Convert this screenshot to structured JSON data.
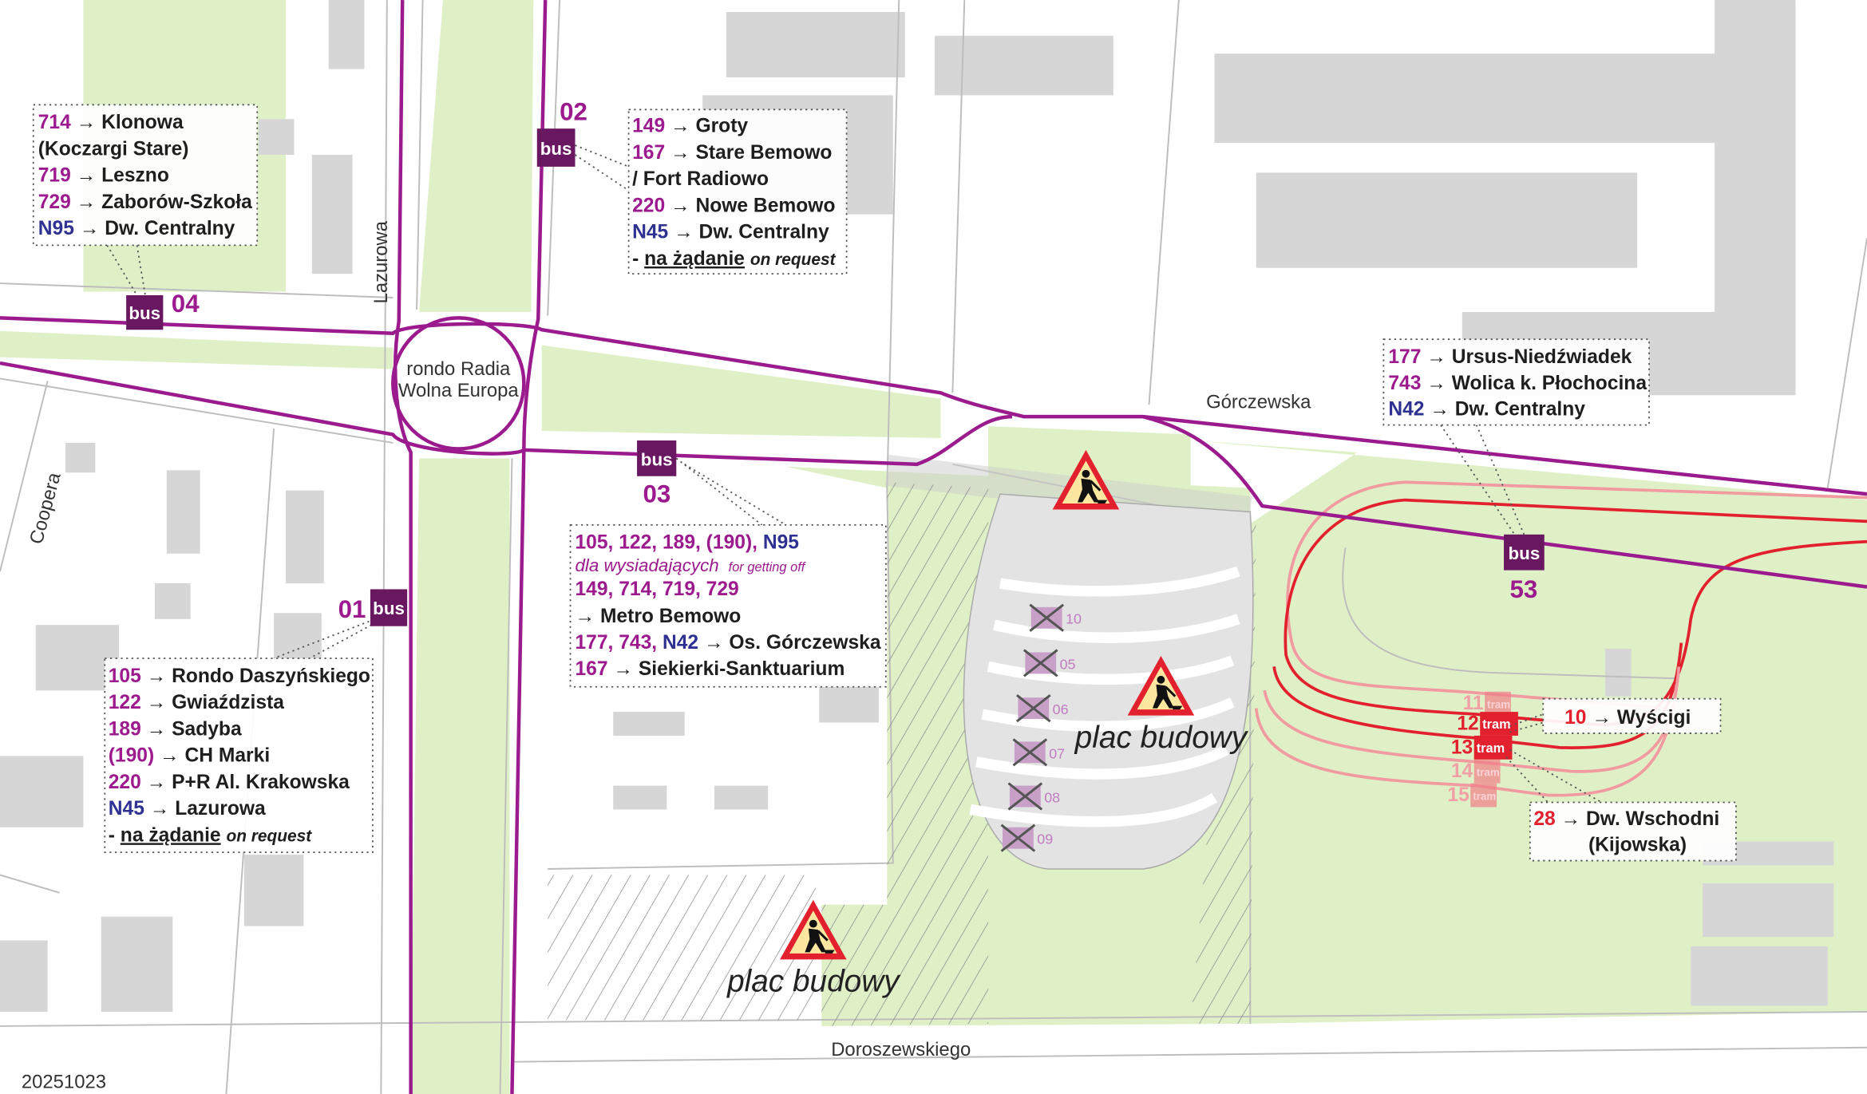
{
  "date": "20251023",
  "streets": {
    "lazurowa": "Lazurowa",
    "gorczewska": "Górczewska",
    "coopera": "Coopera",
    "doroszewskiego": "Doroszewskiego",
    "rondo_line1": "rondo Radia",
    "rondo_line2": "Wolna Europa"
  },
  "construction": {
    "label1": "plac budowy",
    "label2": "plac budowy",
    "sign_icon": "roadworks-icon"
  },
  "colors": {
    "bus_route": "#9b1b8e",
    "bus_icon": "#6a1762",
    "night_line": "#2e3192",
    "tram": "#e3202d",
    "green": "#dff0c6",
    "building": "#d6d6d6"
  },
  "bus_icon_label": "bus",
  "tram_icon_label": "tram",
  "stops": {
    "s04": {
      "id": "04",
      "lines": [
        {
          "num": "714",
          "arrow": "→",
          "dest": "Klonowa"
        },
        {
          "num": "",
          "arrow": "",
          "dest": "(Koczargi Stare)"
        },
        {
          "num": "719",
          "arrow": "→",
          "dest": "Leszno"
        },
        {
          "num": "729",
          "arrow": "→",
          "dest": "Zaborów-Szkoła"
        },
        {
          "num": "N95",
          "arrow": "→",
          "dest": "Dw. Centralny"
        }
      ]
    },
    "s02": {
      "id": "02",
      "lines": [
        {
          "num": "149",
          "arrow": "→",
          "dest": "Groty"
        },
        {
          "num": "167",
          "arrow": "→",
          "dest": "Stare Bemowo"
        },
        {
          "num": "",
          "arrow": "",
          "dest": "/ Fort Radiowo"
        },
        {
          "num": "220",
          "arrow": "→",
          "dest": "Nowe Bemowo"
        },
        {
          "num": "N45",
          "arrow": "→",
          "dest": "Dw. Centralny"
        }
      ],
      "note": {
        "prefix": "- ",
        "pl": "na żądanie",
        "en": "on request"
      }
    },
    "s03": {
      "id": "03",
      "line1": {
        "a": "105, 122, 189, (190), ",
        "b": "N95"
      },
      "getoff": {
        "pl": "dla wysiadających",
        "en": "for getting off"
      },
      "line3": "149, 714, 719, 729",
      "line4": {
        "arrow": "→",
        "dest": "Metro Bemowo"
      },
      "line5": {
        "a": "177, 743, ",
        "b": "N42",
        "arrow": "→",
        "dest": "Os. Górczewska"
      },
      "line6": {
        "num": "167",
        "arrow": "→",
        "dest": "Siekierki-Sanktuarium"
      }
    },
    "s01": {
      "id": "01",
      "lines": [
        {
          "num": "105",
          "arrow": "→",
          "dest": "Rondo Daszyńskiego"
        },
        {
          "num": "122",
          "arrow": "→",
          "dest": "Gwiaździsta"
        },
        {
          "num": "189",
          "arrow": "→",
          "dest": "Sadyba"
        },
        {
          "num": "(190)",
          "arrow": "→",
          "dest": "CH Marki"
        },
        {
          "num": "220",
          "arrow": "→",
          "dest": "P+R Al. Krakowska"
        },
        {
          "num": "N45",
          "arrow": "→",
          "dest": "Lazurowa"
        }
      ],
      "note": {
        "prefix": "- ",
        "pl": "na żądanie",
        "en": "on request"
      }
    },
    "s53": {
      "id": "53",
      "lines": [
        {
          "num": "177",
          "arrow": "→",
          "dest": "Ursus-Niedźwiadek"
        },
        {
          "num": "743",
          "arrow": "→",
          "dest": "Wolica k. Płochocina"
        },
        {
          "num": "N42",
          "arrow": "→",
          "dest": "Dw. Centralny"
        }
      ]
    }
  },
  "tram_stops": [
    {
      "id": "11",
      "active": false
    },
    {
      "id": "12",
      "active": true
    },
    {
      "id": "13",
      "active": true
    },
    {
      "id": "14",
      "active": false
    },
    {
      "id": "15",
      "active": false
    }
  ],
  "tram_lines": {
    "t10": {
      "num": "10",
      "arrow": "→",
      "dest": "Wyścigi"
    },
    "t28": {
      "num": "28",
      "arrow": "→",
      "dest1": "Dw. Wschodni",
      "dest2": "(Kijowska)"
    }
  },
  "closed_platforms": [
    "10",
    "05",
    "06",
    "07",
    "08",
    "09"
  ]
}
